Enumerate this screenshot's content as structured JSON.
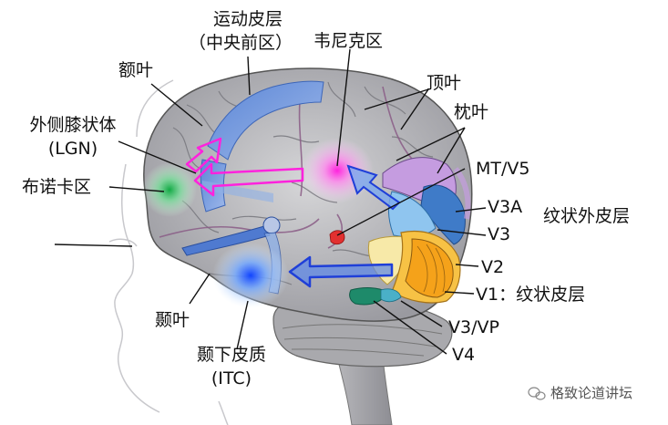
{
  "labels": {
    "motor_cortex": "运动皮层",
    "motor_cortex_sub": "（中央前区）",
    "wernicke": "韦尼克区",
    "frontal_lobe": "额叶",
    "parietal_lobe": "顶叶",
    "occipital_lobe": "枕叶",
    "lgn": "外侧膝状体",
    "lgn_sub": "(LGN)",
    "mt_v5": "MT/V5",
    "broca": "布诺卡区",
    "v3a": "V3A",
    "extrastriate": "纹状外皮层",
    "v3": "V3",
    "v2": "V2",
    "v1": "V1：纹状皮层",
    "temporal_lobe": "颞叶",
    "v3vp": "V3/VP",
    "itc": "颞下皮质",
    "itc_sub": "(ITC)",
    "v4": "V4"
  },
  "watermark": "格致论道讲坛",
  "colors": {
    "wernicke": "#ff33dd",
    "broca": "#22bb55",
    "itc": "#2a66ff",
    "motor": "#6f95d8",
    "arrow_magenta": "#ff33dd",
    "arrow_blue": "#1f3fd8",
    "arrow_light": "#6699ee",
    "v1": "#f5a21a",
    "v2": "#f7c245",
    "v3": "#8fc5ef",
    "v3a": "#3f7bc8",
    "v4": "#1e8a6a",
    "mt": "#c59ce0"
  }
}
